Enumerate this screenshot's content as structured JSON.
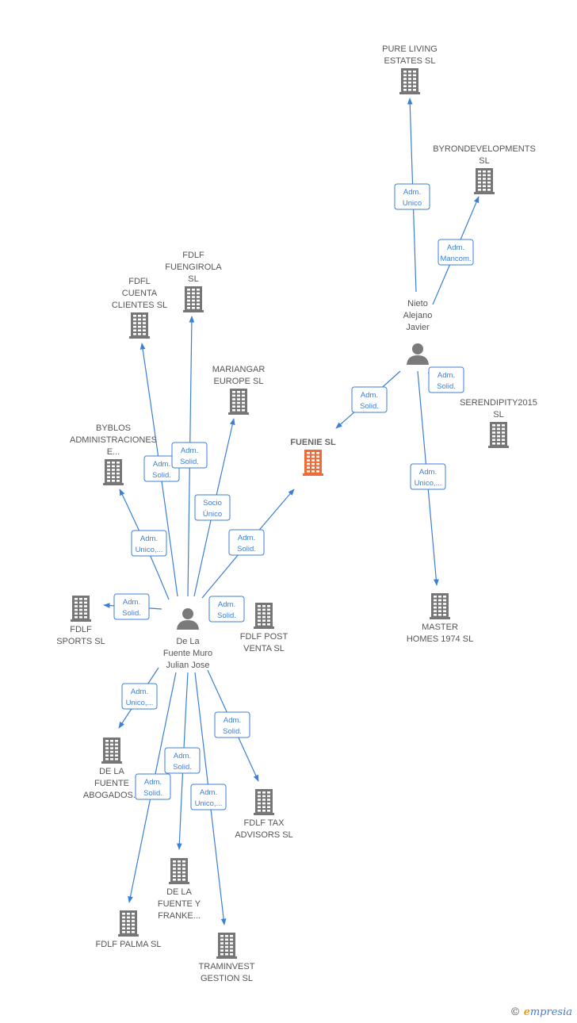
{
  "colors": {
    "edge": "#3c7fd6",
    "company": "#767676",
    "focus": "#f06a35",
    "person": "#7a7a7a"
  },
  "nodes": [
    {
      "id": "pure_living",
      "type": "company",
      "label": [
        "PURE LIVING",
        "ESTATES SL"
      ]
    },
    {
      "id": "byron",
      "type": "company",
      "label": [
        "BYRONDEVELOPMENTS",
        "SL"
      ]
    },
    {
      "id": "nieto",
      "type": "person",
      "label": [
        "Nieto",
        "Alejano",
        "Javier"
      ]
    },
    {
      "id": "serendipity",
      "type": "company",
      "label": [
        "SERENDIPITY2015",
        "SL"
      ]
    },
    {
      "id": "master_homes",
      "type": "company",
      "label": [
        "MASTER",
        "HOMES 1974  SL"
      ]
    },
    {
      "id": "fuenie",
      "type": "focus",
      "label": [
        "FUENIE  SL"
      ]
    },
    {
      "id": "fdlf_fuengirola",
      "type": "company",
      "label": [
        "FDLF",
        "FUENGIROLA",
        "SL"
      ]
    },
    {
      "id": "fdfl_cuenta",
      "type": "company",
      "label": [
        "FDFL",
        "CUENTA",
        "CLIENTES  SL"
      ]
    },
    {
      "id": "mariangar",
      "type": "company",
      "label": [
        "MARIANGAR",
        "EUROPE  SL"
      ]
    },
    {
      "id": "byblos",
      "type": "company",
      "label": [
        "BYBLOS",
        "ADMINISTRACIONES",
        "E..."
      ]
    },
    {
      "id": "fdlf_sports",
      "type": "company",
      "label": [
        "FDLF",
        "SPORTS  SL"
      ]
    },
    {
      "id": "delafuente",
      "type": "person",
      "label": [
        "De La",
        "Fuente Muro",
        "Julian Jose"
      ]
    },
    {
      "id": "fdlf_post",
      "type": "company",
      "label": [
        "FDLF POST",
        "VENTA  SL"
      ]
    },
    {
      "id": "dlf_abogados",
      "type": "company",
      "label": [
        "DE LA",
        "FUENTE",
        "ABOGADOS..."
      ]
    },
    {
      "id": "fdlf_tax",
      "type": "company",
      "label": [
        "FDLF TAX",
        "ADVISORS  SL"
      ]
    },
    {
      "id": "dlf_franke",
      "type": "company",
      "label": [
        "DE LA",
        "FUENTE Y",
        "FRANKE..."
      ]
    },
    {
      "id": "fdlf_palma",
      "type": "company",
      "label": [
        "FDLF PALMA  SL"
      ]
    },
    {
      "id": "traminvest",
      "type": "company",
      "label": [
        "TRAMINVEST",
        "GESTION  SL"
      ]
    }
  ],
  "edges": [
    {
      "from": "nieto",
      "to": "pure_living",
      "label": [
        "Adm.",
        "Unico"
      ]
    },
    {
      "from": "nieto",
      "to": "byron",
      "label": [
        "Adm.",
        "Mancom."
      ]
    },
    {
      "from": "nieto",
      "to": "serendipity",
      "label": [
        "Adm.",
        "Solid."
      ]
    },
    {
      "from": "nieto",
      "to": "fuenie",
      "label": [
        "Adm.",
        "Solid."
      ]
    },
    {
      "from": "nieto",
      "to": "master_homes",
      "label": [
        "Adm.",
        "Unico,..."
      ]
    },
    {
      "from": "delafuente",
      "to": "fdfl_cuenta",
      "label": [
        "Adm.",
        "Solid."
      ]
    },
    {
      "from": "delafuente",
      "to": "fdlf_fuengirola",
      "label": [
        "Adm.",
        "Solid."
      ]
    },
    {
      "from": "delafuente",
      "to": "mariangar",
      "label": [
        "Socio",
        "Único"
      ]
    },
    {
      "from": "delafuente",
      "to": "byblos",
      "label": [
        "Adm.",
        "Unico,..."
      ]
    },
    {
      "from": "delafuente",
      "to": "fuenie",
      "label": [
        "Adm.",
        "Solid."
      ]
    },
    {
      "from": "delafuente",
      "to": "fdlf_sports",
      "label": [
        "Adm.",
        "Solid."
      ]
    },
    {
      "from": "delafuente",
      "to": "fdlf_post",
      "label": [
        "Adm.",
        "Solid."
      ]
    },
    {
      "from": "delafuente",
      "to": "dlf_abogados",
      "label": [
        "Adm.",
        "Unico,..."
      ]
    },
    {
      "from": "delafuente",
      "to": "fdlf_tax",
      "label": [
        "Adm.",
        "Solid."
      ]
    },
    {
      "from": "delafuente",
      "to": "dlf_franke",
      "label": [
        "Adm.",
        "Solid."
      ]
    },
    {
      "from": "delafuente",
      "to": "fdlf_palma",
      "label": [
        "Adm.",
        "Solid."
      ]
    },
    {
      "from": "delafuente",
      "to": "traminvest",
      "label": [
        "Adm.",
        "Unico,..."
      ]
    }
  ],
  "watermark": {
    "symbol": "©",
    "brand_initial": "e",
    "brand_rest": "mpresia"
  }
}
